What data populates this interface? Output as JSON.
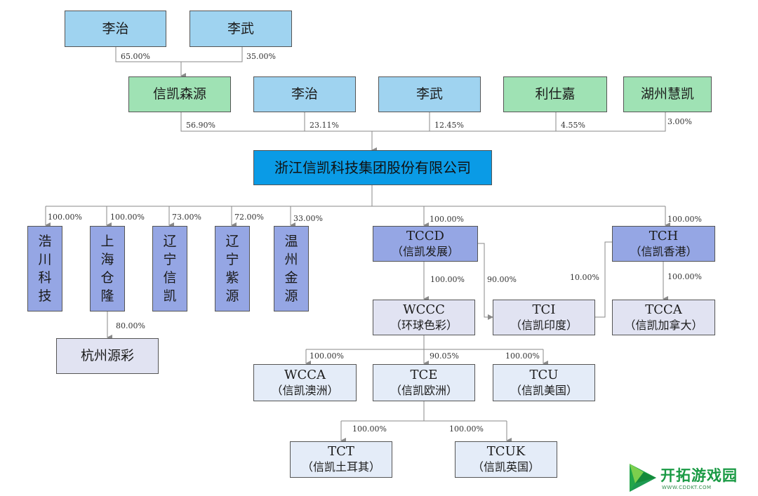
{
  "shareholders_top": [
    {
      "id": "li_zhi_top",
      "name": "李治",
      "pct": "65.00%"
    },
    {
      "id": "li_wu_top",
      "name": "李武",
      "pct": "35.00%"
    }
  ],
  "shareholders": [
    {
      "id": "xinkai_senyuan",
      "name": "信凯森源",
      "pct": "56.90%"
    },
    {
      "id": "li_zhi",
      "name": "李治",
      "pct": "23.11%"
    },
    {
      "id": "li_wu",
      "name": "李武",
      "pct": "12.45%"
    },
    {
      "id": "li_shijia",
      "name": "利仕嘉",
      "pct": "4.55%"
    },
    {
      "id": "huzhou_huikai",
      "name": "湖州慧凯",
      "pct": "3.00%"
    }
  ],
  "parent": {
    "name": "浙江信凯科技集团股份有限公司"
  },
  "subsidiaries": [
    {
      "id": "haochuan",
      "name": [
        "浩",
        "川",
        "科",
        "技"
      ],
      "pct": "100.00%"
    },
    {
      "id": "shanghai",
      "name": [
        "上",
        "海",
        "仓",
        "隆"
      ],
      "pct": "100.00%"
    },
    {
      "id": "liaoning_xinkai",
      "name": [
        "辽",
        "宁",
        "信",
        "凯"
      ],
      "pct": "73.00%"
    },
    {
      "id": "liaoning_ziyuan",
      "name": [
        "辽",
        "宁",
        "紫",
        "源"
      ],
      "pct": "72.00%"
    },
    {
      "id": "wenzhou",
      "name": [
        "温",
        "州",
        "金",
        "源"
      ],
      "pct": "33.00%"
    }
  ],
  "hangzhou": {
    "name": "杭州源彩",
    "pct": "80.00%"
  },
  "tccd": {
    "code": "TCCD",
    "name": "（信凯发展）",
    "pct": "100.00%"
  },
  "tch": {
    "code": "TCH",
    "name": "（信凯香港）",
    "pct": "100.00%"
  },
  "wccc": {
    "code": "WCCC",
    "name": "（环球色彩）",
    "pct": "100.00%"
  },
  "tci": {
    "code": "TCI",
    "name": "（信凯印度）",
    "pct_tccd": "90.00%",
    "pct_tch": "10.00%"
  },
  "tcca": {
    "code": "TCCA",
    "name": "（信凯加拿大）",
    "pct": "100.00%"
  },
  "wcca": {
    "code": "WCCA",
    "name": "（信凯澳洲）",
    "pct": "100.00%"
  },
  "tce": {
    "code": "TCE",
    "name": "（信凯欧洲）",
    "pct": "90.05%"
  },
  "tcu": {
    "code": "TCU",
    "name": "（信凯美国）",
    "pct": "100.00%"
  },
  "tct": {
    "code": "TCT",
    "name": "（信凯土耳其）",
    "pct": "100.00%"
  },
  "tcuk": {
    "code": "TCUK",
    "name": "（信凯英国）",
    "pct": "100.00%"
  },
  "watermark": {
    "text": "开拓游戏园",
    "url": "WWW.CDDKT.COM"
  },
  "colors": {
    "individual": "#9fd3f0",
    "holding": "#9fe2b4",
    "parent": "#0a9be6",
    "subsidiary": "#95a6e4",
    "pale": "#e1e3f2",
    "line": "#8a8a8a",
    "brand": "#1a9a44"
  }
}
